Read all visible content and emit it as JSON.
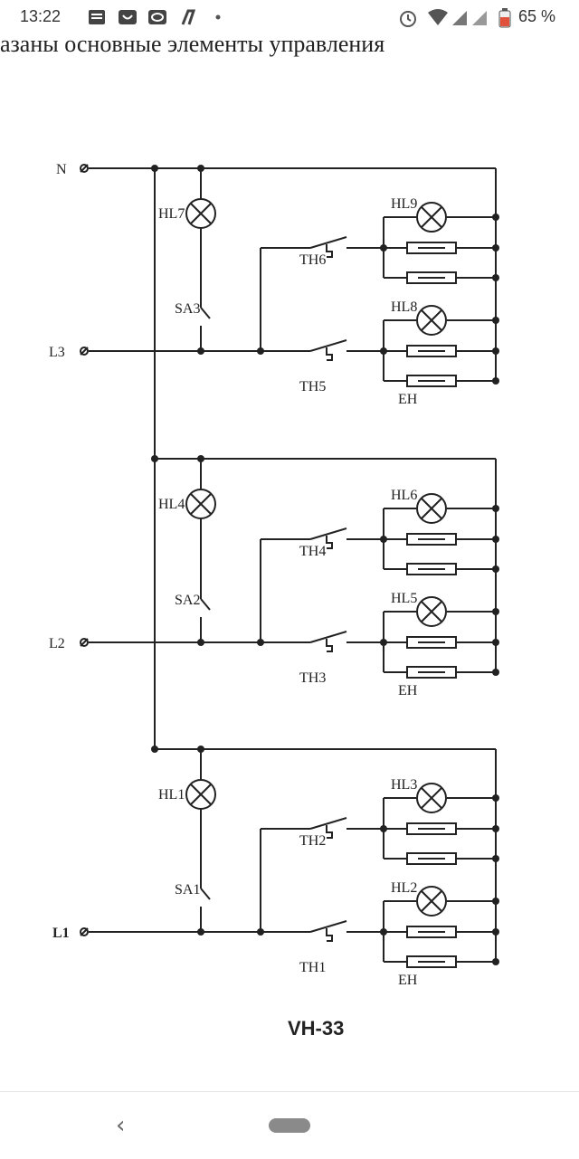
{
  "status_bar": {
    "time": "13:22",
    "left_icons": [
      "notes-icon",
      "app-icon",
      "circle-app-icon",
      "lambda-icon",
      "dot-icon"
    ],
    "right_icons": [
      "alarm-icon",
      "wifi-icon",
      "signal-icon",
      "signal-icon",
      "battery-icon"
    ],
    "battery": "65 %",
    "battery_color": "#e0523c"
  },
  "document": {
    "heading": "азаны основные элементы управления",
    "caption": "VH-33"
  },
  "schematic": {
    "terminals": [
      "N",
      "L3",
      "L2",
      "L1"
    ],
    "indicator_lamps": [
      "HL7",
      "HL4",
      "HL1"
    ],
    "switches": [
      "SA3",
      "SA2",
      "SA1"
    ],
    "thermostats": [
      "TH6",
      "TH5",
      "TH4",
      "TH3",
      "TH2",
      "TH1"
    ],
    "heater_lamps": [
      "HL9",
      "HL8",
      "HL6",
      "HL5",
      "HL3",
      "HL2"
    ],
    "heater_label": "EH"
  },
  "nav_bar": {
    "back_symbol": "‹"
  }
}
